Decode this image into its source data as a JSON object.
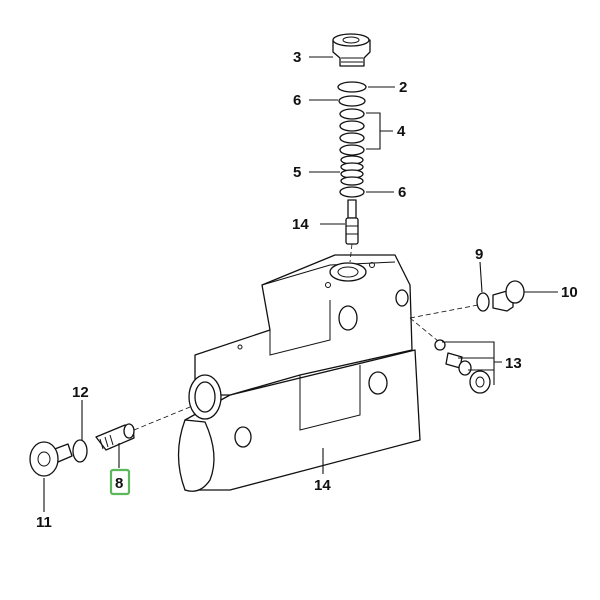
{
  "callouts": [
    {
      "id": "c3",
      "text": "3"
    },
    {
      "id": "c2",
      "text": "2"
    },
    {
      "id": "c6a",
      "text": "6"
    },
    {
      "id": "c4",
      "text": "4"
    },
    {
      "id": "c5",
      "text": "5"
    },
    {
      "id": "c6b",
      "text": "6"
    },
    {
      "id": "c14a",
      "text": "14"
    },
    {
      "id": "c9",
      "text": "9"
    },
    {
      "id": "c10",
      "text": "10"
    },
    {
      "id": "c13",
      "text": "13"
    },
    {
      "id": "c12",
      "text": "12"
    },
    {
      "id": "c8",
      "text": "8"
    },
    {
      "id": "c14b",
      "text": "14"
    },
    {
      "id": "c11",
      "text": "11"
    }
  ],
  "highlight_color": "#5cb85c",
  "highlighted_callout": "8"
}
